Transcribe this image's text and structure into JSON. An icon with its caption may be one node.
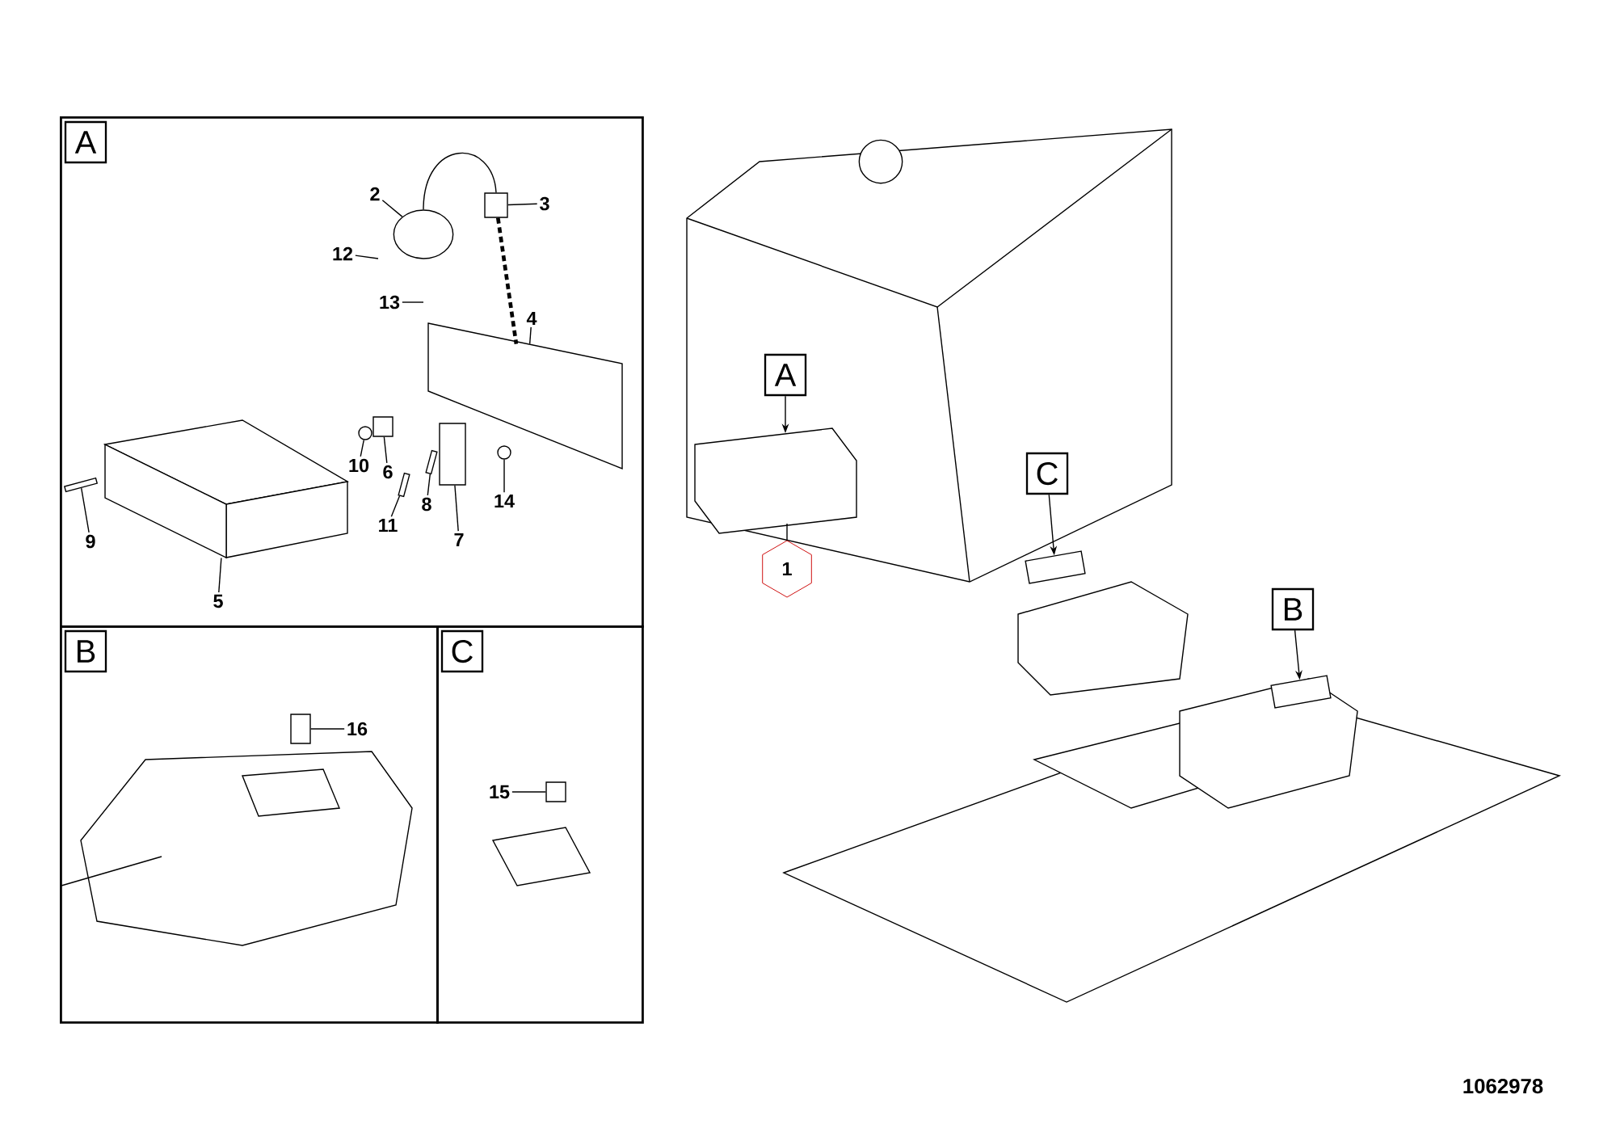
{
  "diagram": {
    "nodes": [
      {
        "text": [],
        "shape": "box"
      },
      {
        "text": [
          "A"
        ],
        "in": 0
      },
      {
        "text": [
          "2"
        ],
        "in": 0
      },
      {
        "text": [
          "3"
        ],
        "in": 0
      },
      {
        "text": [
          "12"
        ],
        "in": 0
      },
      {
        "text": [
          "13"
        ],
        "in": 0
      },
      {
        "text": [
          "4"
        ],
        "in": 0
      },
      {
        "text": [
          "10"
        ],
        "in": 0
      },
      {
        "text": [
          "6"
        ],
        "in": 0
      },
      {
        "text": [
          "8"
        ],
        "in": 0
      },
      {
        "text": [
          "11"
        ],
        "in": 0
      },
      {
        "text": [
          "14"
        ],
        "in": 0
      },
      {
        "text": [
          "9"
        ],
        "in": 0
      },
      {
        "text": [
          "7"
        ],
        "in": 0
      },
      {
        "text": [
          "5"
        ],
        "in": 0
      },
      {
        "text": [],
        "shape": "box"
      },
      {
        "text": [
          "B"
        ],
        "in": 15
      },
      {
        "text": [
          "16"
        ],
        "in": 15
      },
      {
        "text": [],
        "shape": "box"
      },
      {
        "text": [
          "C"
        ],
        "in": 18
      },
      {
        "text": [
          "15"
        ],
        "in": 18
      },
      {
        "text": [
          "A"
        ]
      },
      {
        "text": [
          "C"
        ]
      },
      {
        "text": [
          "B"
        ]
      },
      {
        "text": [
          "1"
        ]
      },
      {
        "text": [],
        "shape": "box",
        "in": 0
      },
      {
        "text": [],
        "shape": "picture",
        "in": 0
      },
      {
        "text": [],
        "shape": "box",
        "in": 15
      },
      {
        "text": [],
        "shape": "circle",
        "in": 0
      },
      {
        "text": [],
        "shape": "box",
        "in": 0
      },
      {
        "text": [],
        "shape": "box",
        "in": 0
      },
      {
        "text": [],
        "shape": "circle",
        "in": 0
      },
      {
        "text": [],
        "shape": "box",
        "in": 0
      },
      {
        "text": [],
        "shape": "box",
        "in": 0
      },
      {
        "text": [],
        "shape": "box",
        "in": 0
      },
      {
        "text": [],
        "shape": "circle",
        "in": 0
      },
      {
        "text": [],
        "shape": "picture",
        "in": 0
      },
      {
        "text": [],
        "shape": "box",
        "in": 18
      },
      {
        "text": [],
        "shape": "box"
      },
      {
        "text": [],
        "shape": "box"
      }
    ],
    "edges": [
      {
        "from": 2,
        "to": 31,
        "arrow": "none"
      },
      {
        "from": 3,
        "to": 34,
        "arrow": "none"
      },
      {
        "from": 4,
        "to": null,
        "arrow": "none"
      },
      {
        "from": 5,
        "to": null,
        "arrow": "none"
      },
      {
        "from": 6,
        "to": 36,
        "arrow": "none"
      },
      {
        "from": 7,
        "to": 28,
        "arrow": "none"
      },
      {
        "from": 8,
        "to": 29,
        "arrow": "none"
      },
      {
        "from": 9,
        "to": 32,
        "arrow": "none"
      },
      {
        "from": 10,
        "to": 30,
        "arrow": "none"
      },
      {
        "from": 11,
        "to": 35,
        "arrow": "none"
      },
      {
        "from": 12,
        "to": 25,
        "arrow": "none"
      },
      {
        "from": 13,
        "to": 33,
        "arrow": "none"
      },
      {
        "from": 14,
        "to": 26,
        "arrow": "none"
      },
      {
        "from": 17,
        "to": 27,
        "arrow": "none"
      },
      {
        "from": 20,
        "to": 37,
        "arrow": "none"
      },
      {
        "from": 21,
        "to": null,
        "arrow": "to"
      },
      {
        "from": 22,
        "to": 38,
        "arrow": "to"
      },
      {
        "from": 23,
        "to": 39,
        "arrow": "to"
      },
      {
        "from": 24,
        "to": null,
        "arrow": "none"
      },
      {
        "from": 31,
        "to": 34,
        "arrow": "none"
      },
      {
        "from": 34,
        "to": 36,
        "arrow": "none",
        "style": "dashed"
      }
    ],
    "labels": [
      "1062978"
    ]
  }
}
